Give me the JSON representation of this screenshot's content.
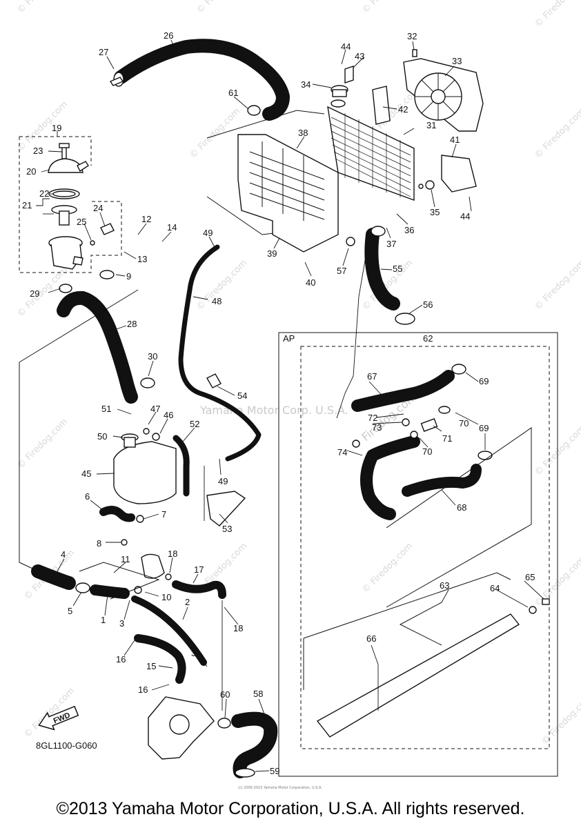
{
  "diagram": {
    "code": "8GL1100-G060",
    "fwd_label": "FWD",
    "ap_label": "AP",
    "center_watermark": "Yamaha Motor Corp. U.S.A.",
    "center_watermark2": "Firedog.com",
    "watermark": "© Firedog.com",
    "fine_print": "(c) 2005-2015 Yamaha Motor Corporation, U.S.A.",
    "copyright": "©2013 Yamaha Motor Corporation, U.S.A. All rights reserved."
  },
  "callouts": [
    {
      "n": "1"
    },
    {
      "n": "2"
    },
    {
      "n": "3"
    },
    {
      "n": "3"
    },
    {
      "n": "4"
    },
    {
      "n": "5"
    },
    {
      "n": "6"
    },
    {
      "n": "7"
    },
    {
      "n": "8"
    },
    {
      "n": "9"
    },
    {
      "n": "10"
    },
    {
      "n": "11"
    },
    {
      "n": "12"
    },
    {
      "n": "13"
    },
    {
      "n": "14"
    },
    {
      "n": "15"
    },
    {
      "n": "16"
    },
    {
      "n": "16"
    },
    {
      "n": "17"
    },
    {
      "n": "18"
    },
    {
      "n": "18"
    },
    {
      "n": "19"
    },
    {
      "n": "20"
    },
    {
      "n": "21"
    },
    {
      "n": "22"
    },
    {
      "n": "23"
    },
    {
      "n": "24"
    },
    {
      "n": "25"
    },
    {
      "n": "26"
    },
    {
      "n": "27"
    },
    {
      "n": "28"
    },
    {
      "n": "29"
    },
    {
      "n": "30"
    },
    {
      "n": "31"
    },
    {
      "n": "32"
    },
    {
      "n": "33"
    },
    {
      "n": "34"
    },
    {
      "n": "35"
    },
    {
      "n": "36"
    },
    {
      "n": "37"
    },
    {
      "n": "38"
    },
    {
      "n": "39"
    },
    {
      "n": "40"
    },
    {
      "n": "41"
    },
    {
      "n": "42"
    },
    {
      "n": "43"
    },
    {
      "n": "44"
    },
    {
      "n": "44"
    },
    {
      "n": "45"
    },
    {
      "n": "46"
    },
    {
      "n": "47"
    },
    {
      "n": "48"
    },
    {
      "n": "49"
    },
    {
      "n": "49"
    },
    {
      "n": "50"
    },
    {
      "n": "51"
    },
    {
      "n": "52"
    },
    {
      "n": "53"
    },
    {
      "n": "54"
    },
    {
      "n": "55"
    },
    {
      "n": "56"
    },
    {
      "n": "57"
    },
    {
      "n": "58"
    },
    {
      "n": "59"
    },
    {
      "n": "60"
    },
    {
      "n": "61"
    },
    {
      "n": "62"
    },
    {
      "n": "63"
    },
    {
      "n": "64"
    },
    {
      "n": "65"
    },
    {
      "n": "66"
    },
    {
      "n": "67"
    },
    {
      "n": "68"
    },
    {
      "n": "69"
    },
    {
      "n": "69"
    },
    {
      "n": "70"
    },
    {
      "n": "70"
    },
    {
      "n": "71"
    },
    {
      "n": "72"
    },
    {
      "n": "73"
    },
    {
      "n": "74"
    }
  ]
}
